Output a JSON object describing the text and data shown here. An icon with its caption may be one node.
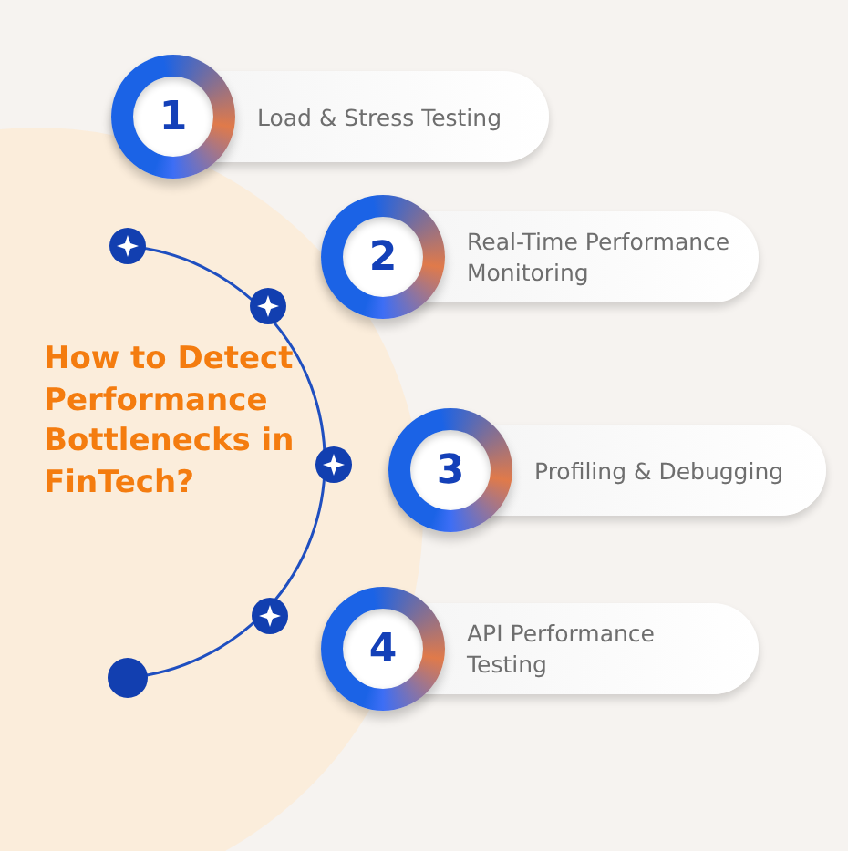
{
  "diagram": {
    "title": "How to Detect Performance Bottlenecks in FinTech?",
    "nodes": [
      {
        "text": [
          "1",
          "Load & Stress Testing"
        ]
      },
      {
        "text": [
          "2",
          "Real-Time Performance Monitoring"
        ]
      },
      {
        "text": [
          "3",
          "Profiling & Debugging"
        ]
      },
      {
        "text": [
          "4",
          "API Performance Testing"
        ]
      }
    ]
  }
}
